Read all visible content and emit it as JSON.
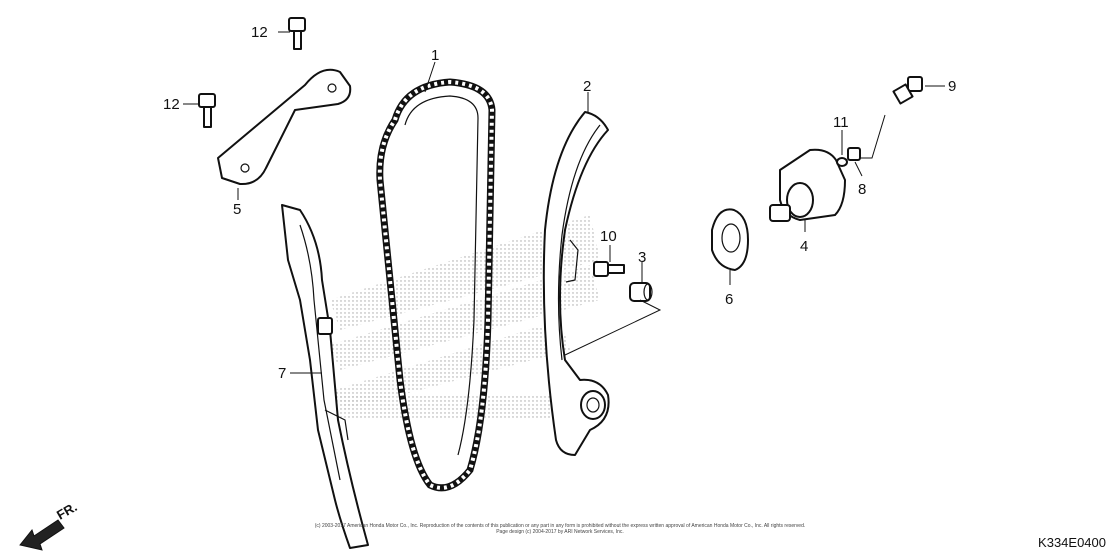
{
  "diagram": {
    "code": "K334E0400",
    "direction_label": "FR.",
    "copyright_line1": "(c) 2003-2017 American Honda Motor Co., Inc. Reproduction of the contents of this publication or any part in any form is prohibited without the express written approval of American Honda Motor Co., Inc. All rights reserved.",
    "copyright_line2": "Page design (c) 2004-2017 by ARI Network Services, Inc.",
    "callouts": [
      {
        "id": "1",
        "label": "1"
      },
      {
        "id": "2",
        "label": "2"
      },
      {
        "id": "3",
        "label": "3"
      },
      {
        "id": "4",
        "label": "4"
      },
      {
        "id": "5",
        "label": "5"
      },
      {
        "id": "6",
        "label": "6"
      },
      {
        "id": "7",
        "label": "7"
      },
      {
        "id": "8",
        "label": "8"
      },
      {
        "id": "9",
        "label": "9"
      },
      {
        "id": "10",
        "label": "10"
      },
      {
        "id": "11",
        "label": "11"
      },
      {
        "id": "12a",
        "label": "12"
      },
      {
        "id": "12b",
        "label": "12"
      }
    ]
  }
}
